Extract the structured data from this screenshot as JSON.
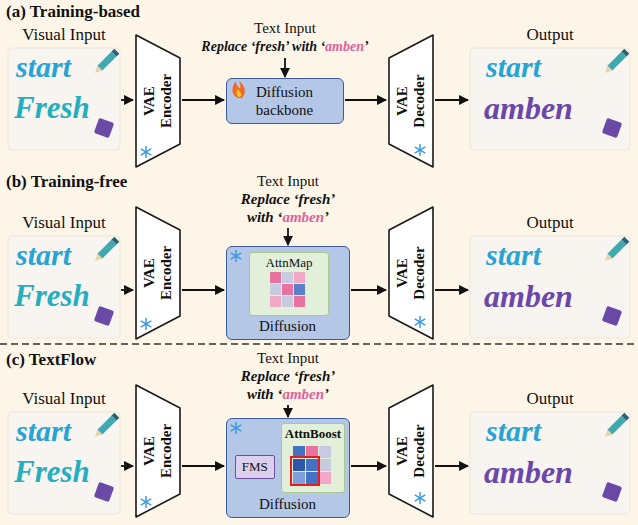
{
  "diagram": {
    "nodes": [
      {
        "text": [
          "Visual Input",
          "start",
          "Fresh"
        ]
      },
      {
        "text": [
          "VAE Encoder"
        ]
      },
      {
        "text": [
          "Diffusion backbone"
        ]
      },
      {
        "text": [
          "VAE Decoder"
        ]
      },
      {
        "text": [
          "Output",
          "start",
          "amben"
        ]
      },
      {
        "text": [
          "Visual Input",
          "start",
          "Fresh"
        ]
      },
      {
        "text": [
          "VAE Encoder"
        ]
      },
      {
        "text": [
          "Diffusion"
        ]
      },
      {
        "text": [
          "AttnMap"
        ],
        "in": 7
      },
      {
        "text": [
          "VAE Decoder"
        ]
      },
      {
        "text": [
          "Output",
          "start",
          "amben"
        ]
      },
      {
        "text": [
          "Visual Input",
          "start",
          "Fresh"
        ]
      },
      {
        "text": [
          "VAE Encoder"
        ]
      },
      {
        "text": [
          "Diffusion"
        ]
      },
      {
        "text": [
          "FMS"
        ],
        "in": 13
      },
      {
        "text": [
          "AttnBoost"
        ],
        "in": 13
      },
      {
        "text": [
          "VAE Decoder"
        ]
      },
      {
        "text": [
          "Output",
          "start",
          "amben"
        ]
      }
    ],
    "edges": [
      {
        "from": 0,
        "to": 1,
        "arrow": "to"
      },
      {
        "from": 1,
        "to": 2,
        "arrow": "to"
      },
      {
        "from": 2,
        "to": 3,
        "arrow": "to"
      },
      {
        "from": 3,
        "to": 4,
        "arrow": "to"
      },
      {
        "from": 5,
        "to": 6,
        "arrow": "to"
      },
      {
        "from": 6,
        "to": 7,
        "arrow": "to"
      },
      {
        "from": 7,
        "to": 9,
        "arrow": "to"
      },
      {
        "from": 9,
        "to": 10,
        "arrow": "to"
      },
      {
        "from": 11,
        "to": 12,
        "arrow": "to"
      },
      {
        "from": 12,
        "to": 13,
        "arrow": "to"
      },
      {
        "from": 13,
        "to": 16,
        "arrow": "to"
      },
      {
        "from": 16,
        "to": 17,
        "arrow": "to"
      }
    ],
    "labels": [
      "(a) Training-based",
      "Text Input",
      "Replace ‘fresh’ with ‘amben’",
      "(b) Training-free",
      "Text Input",
      "Replace ‘fresh’ with ‘amben’",
      "(c) TextFlow",
      "Text Input",
      "Replace ‘fresh’ with ‘amben’"
    ]
  }
}
